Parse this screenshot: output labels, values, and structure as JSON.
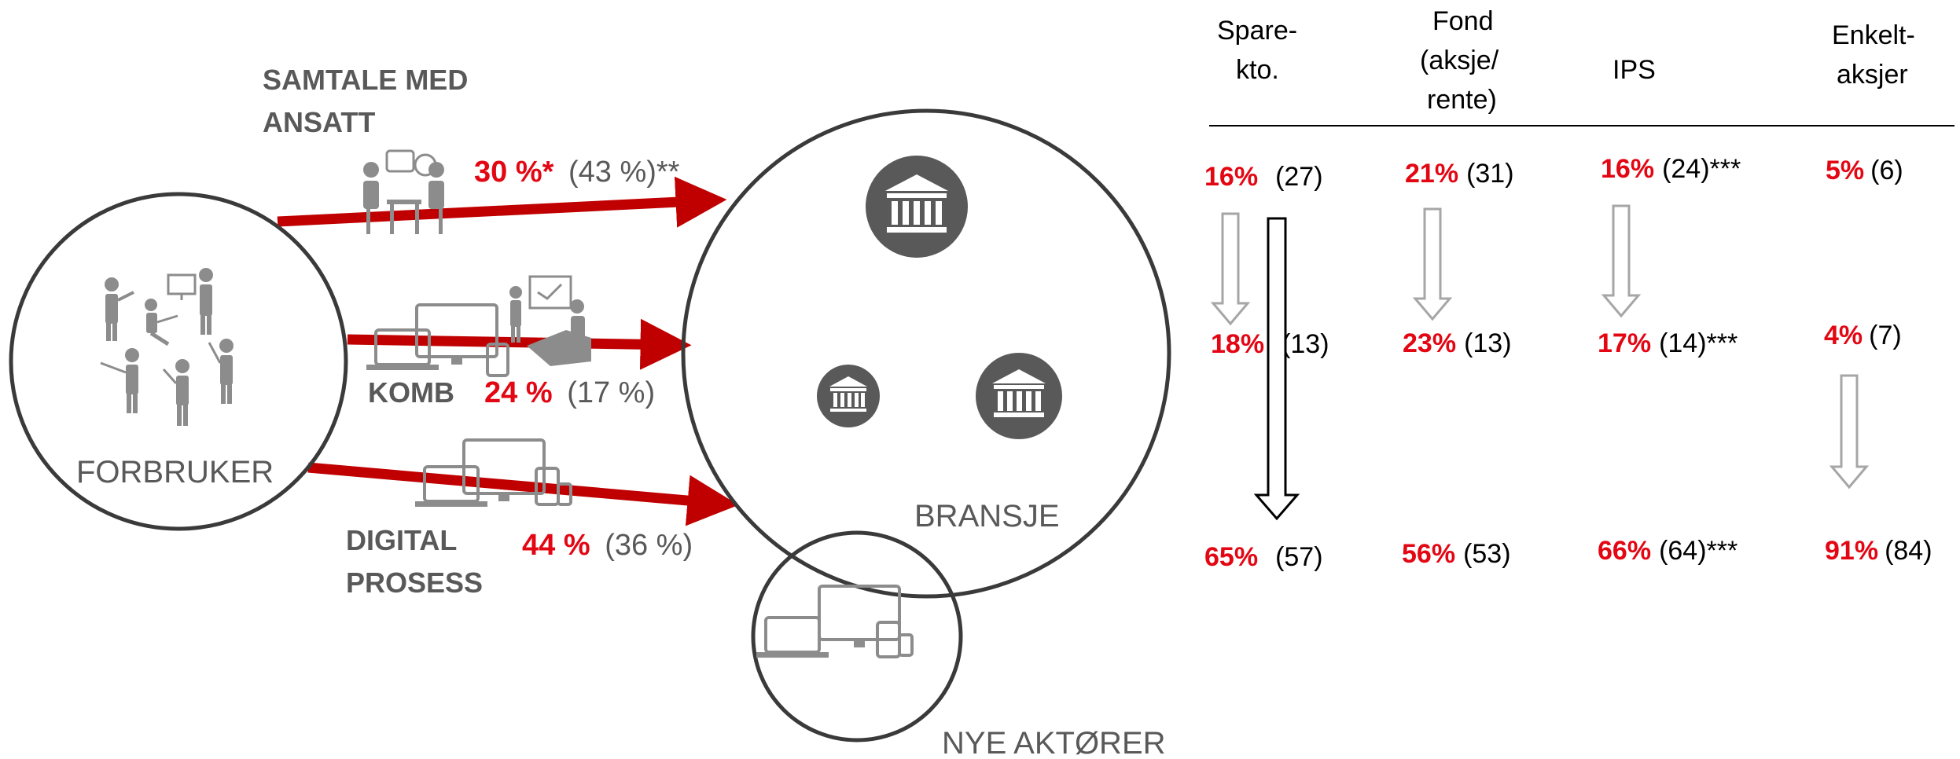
{
  "diagram": {
    "nodes": {
      "consumer": "FORBRUKER",
      "industry": "BRANSJE",
      "new_players": "NYE AKTØRER"
    },
    "channels": {
      "conversation": {
        "label_line1": "SAMTALE MED",
        "label_line2": "ANSATT",
        "share": "30 %*",
        "share_prev": "(43 %)**"
      },
      "combo": {
        "label": "KOMB",
        "share": "24 %",
        "share_prev": "(17 %)"
      },
      "digital": {
        "label_line1": "DIGITAL",
        "label_line2": "PROSESS",
        "share": "44 %",
        "share_prev": "(36 %)"
      }
    }
  },
  "table": {
    "columns": [
      {
        "line1": "Spare-",
        "line2": "kto.",
        "line3": ""
      },
      {
        "line1": "Fond",
        "line2": "(aksje/",
        "line3": "rente)"
      },
      {
        "line1": "IPS",
        "line2": "",
        "line3": ""
      },
      {
        "line1": "Enkelt-",
        "line2": "aksjer",
        "line3": ""
      }
    ],
    "rows": [
      [
        {
          "value": "16%",
          "prev": "(27)"
        },
        {
          "value": "21%",
          "prev": "(31)"
        },
        {
          "value": "16%",
          "prev": "(24)***"
        },
        {
          "value": "5%",
          "prev": "(6)"
        }
      ],
      [
        {
          "value": "18%",
          "prev": "(13)"
        },
        {
          "value": "23%",
          "prev": "(13)"
        },
        {
          "value": "17%",
          "prev": "(14)***"
        },
        {
          "value": "4%",
          "prev": "(7)"
        }
      ],
      [
        {
          "value": "65%",
          "prev": "(57)"
        },
        {
          "value": "56%",
          "prev": "(53)"
        },
        {
          "value": "66%",
          "prev": "(64)***"
        },
        {
          "value": "91%",
          "prev": "(84)"
        }
      ]
    ]
  },
  "colors": {
    "accent_red": "#e30613",
    "arrow_red": "#c00000",
    "icon_gray": "#8c8c8c",
    "bank_dark": "#595959",
    "text_gray": "#595959"
  }
}
